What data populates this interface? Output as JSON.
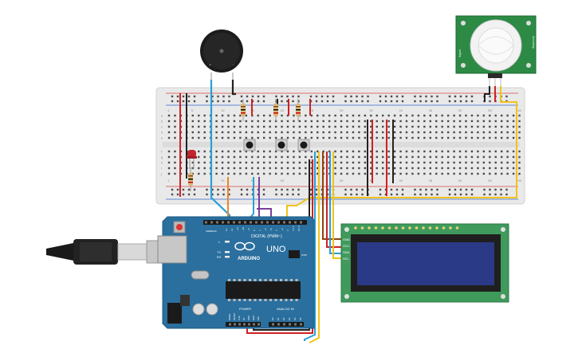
{
  "arduino": {
    "logo_text": "ARDUINO",
    "model": "UNO",
    "digital_header": "DIGITAL (PWM~)",
    "analog_header": "ANALOG IN",
    "power_header": "POWER",
    "aref": "AREF",
    "gnd": "GND",
    "led_l": "L",
    "tx": "TX",
    "rx": "RX",
    "ioref": "IOREF",
    "reset": "RESET",
    "v33": "3.3V",
    "v5": "5V",
    "vin": "VIN",
    "icsp": "ICSP",
    "digital_pins": [
      "13",
      "12",
      "~11",
      "~10",
      "~9",
      "8",
      "7",
      "~6",
      "~5",
      "4",
      "~3",
      "2",
      "TX 1",
      "RX 0"
    ],
    "analog_pins": [
      "A0",
      "A1",
      "A2",
      "A3",
      "A4",
      "A5"
    ]
  },
  "breadboard": {
    "row_letters": [
      "a",
      "b",
      "c",
      "d",
      "e",
      "f",
      "g",
      "h",
      "i",
      "j"
    ],
    "column_numbers": [
      "1",
      "5",
      "10",
      "15",
      "20",
      "25",
      "30",
      "35",
      "40",
      "45",
      "50",
      "55",
      "60"
    ]
  },
  "lcd": {
    "pin_labels": [
      "GND",
      "VCC",
      "SDA",
      "SCL"
    ]
  },
  "pir": {
    "side_label_left": "Signal",
    "side_label_right": "Sensitivity"
  },
  "colors": {
    "arduino_board": "#2a6f9e",
    "breadboard": "#e9e9e9",
    "lcd_pcb": "#3f9a5c",
    "lcd_screen": "#2b3a86",
    "pir_pcb": "#2c8a45",
    "wire_blue": "#2a9fd6",
    "wire_yellow": "#f0c419",
    "wire_red": "#d02020",
    "wire_black": "#222222",
    "wire_orange": "#e8862a",
    "wire_purple": "#7a3f9a",
    "wire_brown": "#8b4513"
  },
  "icons": [
    "usb-cable-icon",
    "buzzer-icon",
    "pir-sensor-icon",
    "led-icon",
    "resistor-icon",
    "pushbutton-icon",
    "lcd-display-icon",
    "arduino-logo-icon"
  ]
}
